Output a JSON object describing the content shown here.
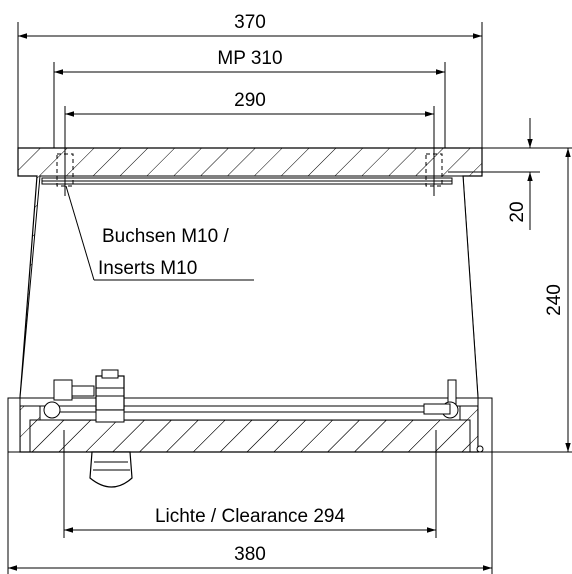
{
  "dimensions": {
    "top_outer_width": "370",
    "mounting_pitch": "MP 310",
    "insert_spacing": "290",
    "right_small_height": "20",
    "right_total_height": "240",
    "clearance": "Lichte / Clearance 294",
    "bottom_total_width": "380"
  },
  "callout": {
    "line1": "Buchsen M10 /",
    "line2": "Inserts M10"
  }
}
